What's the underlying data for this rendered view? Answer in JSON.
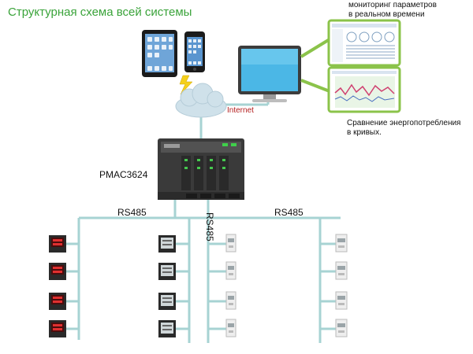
{
  "title": "Структурная схема всей системы",
  "monitoring_text": [
    "мониторинг параметров",
    "в реальном времени"
  ],
  "comparison_text": [
    "Сравнение энергопотребления",
    "в кривых."
  ],
  "internet_label": "Internet",
  "controller_label": "PMAC3624",
  "bus_labels": {
    "left": "RS485",
    "middle": "RS485",
    "right": "RS485"
  },
  "colors": {
    "title": "#3aa33a",
    "bus_line": "#a7d3d3",
    "callout_green": "#8bc34a",
    "internet_text": "#b42020",
    "cloud": "#cfe1ea"
  },
  "icons": {
    "tablet": "tablet-icon",
    "phone": "phone-icon",
    "wireless": "lightning-icon",
    "cloud": "cloud-icon",
    "monitor": "monitor-icon",
    "controller": "controller-device",
    "meter": "power-meter-icon",
    "din_meter": "din-rail-meter-icon"
  }
}
